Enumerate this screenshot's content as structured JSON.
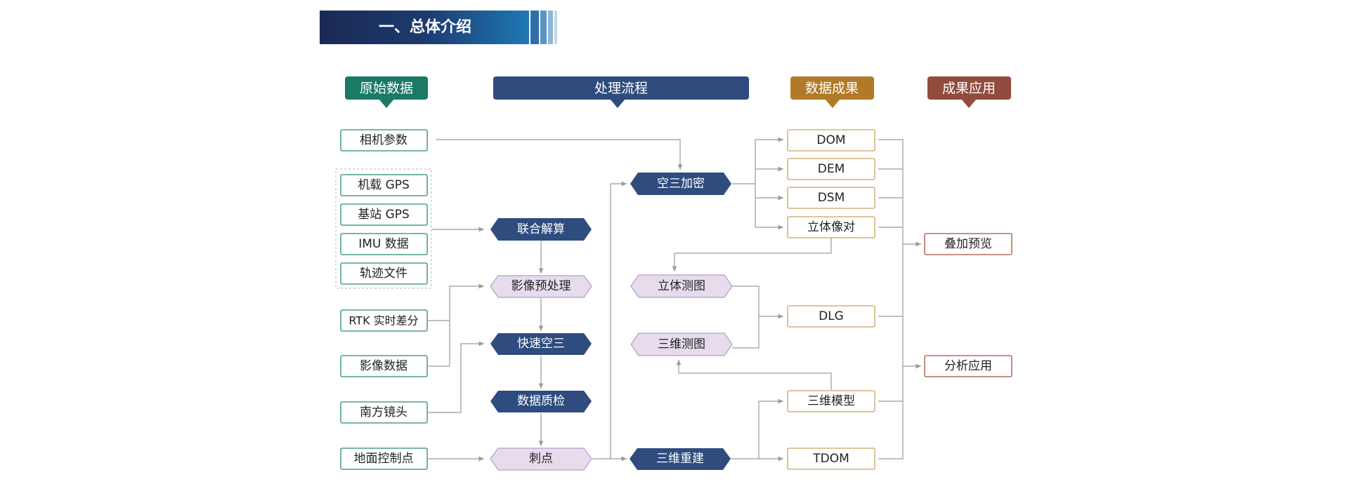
{
  "title": "一、总体介绍",
  "colors": {
    "title_bg_dark": "#1b2a55",
    "title_bg_light": "#1f78b4",
    "green": "#1a7a65",
    "navy": "#2e4c7e",
    "gold": "#b07a26",
    "brown": "#924c3d",
    "purple_fill": "#e6dcec",
    "purple_border": "#b79cc6",
    "line": "#9a9a9a"
  },
  "columns": {
    "raw": "原始数据",
    "process": "处理流程",
    "results": "数据成果",
    "apps": "成果应用"
  },
  "raw": {
    "camera_params": "相机参数",
    "airborne_gps": "机载 GPS",
    "base_gps": "基站 GPS",
    "imu": "IMU 数据",
    "trajectory": "轨迹文件",
    "rtk": "RTK 实时差分",
    "imagery": "影像数据",
    "lens": "南方镜头",
    "gcp": "地面控制点"
  },
  "process": {
    "joint_solution": "联合解算",
    "preprocess": "影像预处理",
    "quick_at": "快速空三",
    "quality_check": "数据质检",
    "pricking": "刺点",
    "aerotriangulation": "空三加密",
    "stereo_mapping": "立体测图",
    "3d_mapping": "三维测图",
    "3d_reconstruction": "三维重建"
  },
  "results": {
    "dom": "DOM",
    "dem": "DEM",
    "dsm": "DSM",
    "stereo_pair": "立体像对",
    "dlg": "DLG",
    "3d_model": "三维模型",
    "tdom": "TDOM"
  },
  "apps": {
    "overlay_preview": "叠加预览",
    "analysis": "分析应用"
  }
}
